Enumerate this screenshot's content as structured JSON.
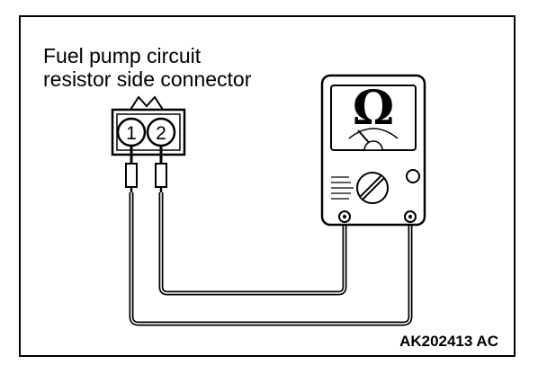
{
  "diagram": {
    "caption_line1": "Fuel pump circuit",
    "caption_line2": "resistor side connector",
    "connector": {
      "pin1": "1",
      "pin2": "2"
    },
    "meter": {
      "symbol": "Ω",
      "icon": "ohmmeter-icon"
    },
    "reference": "AK202413 AC"
  }
}
